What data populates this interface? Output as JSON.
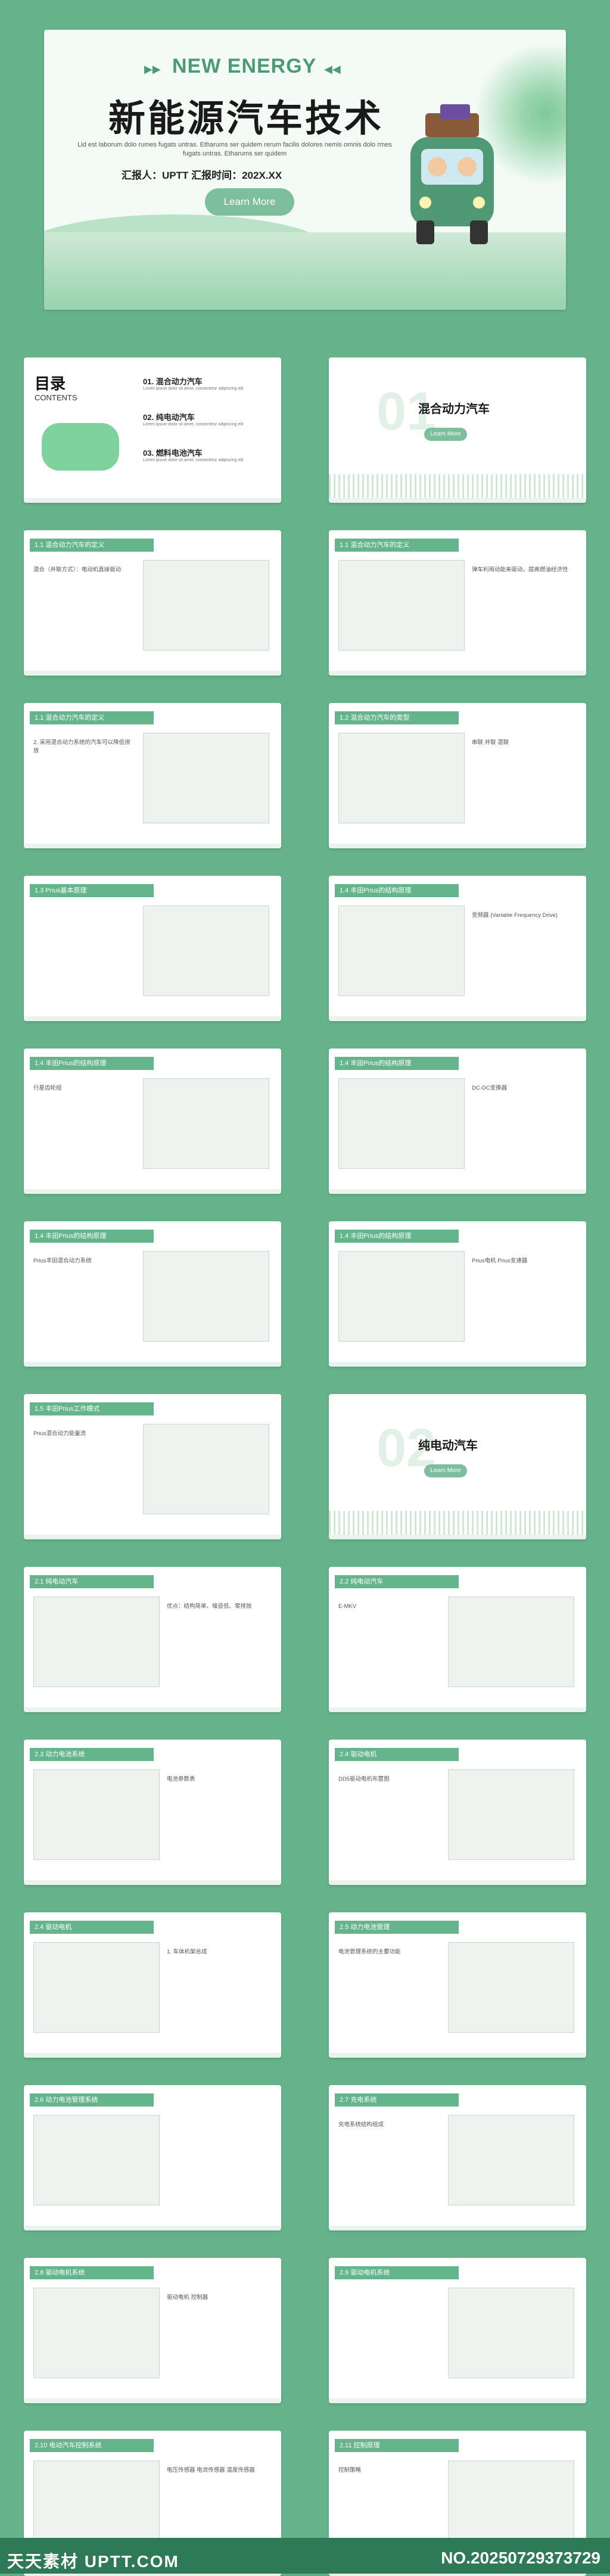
{
  "hero": {
    "kicker": "NEW ENERGY",
    "title": "新能源汽车技术",
    "lorem": "Lid est laborum dolo rumes fugats untras. Etharums ser quidem rerum facilis dolores nemis omnis dolo rmes fugats untras. Etharums ser quidem",
    "reporter": "汇报人：UPTT   汇报时间：202X.XX",
    "button": "Learn More"
  },
  "toc": {
    "title": "目录",
    "subtitle": "CONTENTS",
    "items": [
      {
        "num": "01.",
        "label": "混合动力汽车",
        "desc": "Lorem ipsum dolor sit amet, consectetur adipiscing elit"
      },
      {
        "num": "02.",
        "label": "纯电动汽车",
        "desc": "Lorem ipsum dolor sit amet, consectetur adipiscing elit"
      },
      {
        "num": "03.",
        "label": "燃料电池汽车",
        "desc": "Lorem ipsum dolor sit amet, consectetur adipiscing elit"
      }
    ]
  },
  "sections": [
    {
      "num": "01",
      "title": "混合动力汽车",
      "btn": "Learn More"
    },
    {
      "num": "02",
      "title": "纯电动汽车",
      "btn": "Learn More"
    }
  ],
  "slides": [
    {
      "head": "1.1 混合动力汽车的定义",
      "text": "混合（并联方式）：电动机直接驱动"
    },
    {
      "head": "1.1 混合动力汽车的定义",
      "text": "弹车利用动能来驱动，提高燃油经济性"
    },
    {
      "head": "1.1 混合动力汽车的定义",
      "text": "2. 采用混合动力系统的汽车可以降低排放"
    },
    {
      "head": "1.2 混合动力汽车的类型",
      "text": "串联 并联 混联"
    },
    {
      "head": "1.3 Prius基本原理",
      "text": ""
    },
    {
      "head": "1.4 丰田Prius的结构原理",
      "text": "变频器 (Variable Frequency Drive)"
    },
    {
      "head": "1.4 丰田Prius的结构原理",
      "text": "行星齿轮组"
    },
    {
      "head": "1.4 丰田Prius的结构原理",
      "text": "DC-DC变换器"
    },
    {
      "head": "1.4 丰田Prius的结构原理",
      "text": "Prius丰田混合动力系统"
    },
    {
      "head": "1.4 丰田Prius的结构原理",
      "text": "Prius电机 Prius变速器"
    },
    {
      "head": "1.5 丰田Prius工作模式",
      "text": "Prius混合动力能量流"
    },
    {
      "head": "2.1 纯电动汽车",
      "text": "优点：结构简单、噪音低、零排放"
    },
    {
      "head": "2.2 纯电动汽车",
      "text": "E-MKV"
    },
    {
      "head": "2.3 动力电池系统",
      "text": "电池参数表"
    },
    {
      "head": "2.4 驱动电机",
      "text": "DD5驱动电机布置图"
    },
    {
      "head": "2.4 驱动电机",
      "text": "1. 车体机架总成"
    },
    {
      "head": "2.5 动力电池管理",
      "text": "电池管理系统的主要功能"
    },
    {
      "head": "2.6 动力电池管理系统",
      "text": ""
    },
    {
      "head": "2.7 充电系统",
      "text": "充电系统结构组成"
    },
    {
      "head": "2.8 驱动电机系统",
      "text": "驱动电机 控制器"
    },
    {
      "head": "2.9 驱动电机系统",
      "text": ""
    },
    {
      "head": "2.10 电动汽车控制系统",
      "text": "电压传感器 电流传感器 温度传感器"
    },
    {
      "head": "2.11 控制原理",
      "text": "控制策略"
    }
  ],
  "watermark": {
    "left": "天天素材 UPTT.COM",
    "right": "NO.20250729373729"
  }
}
